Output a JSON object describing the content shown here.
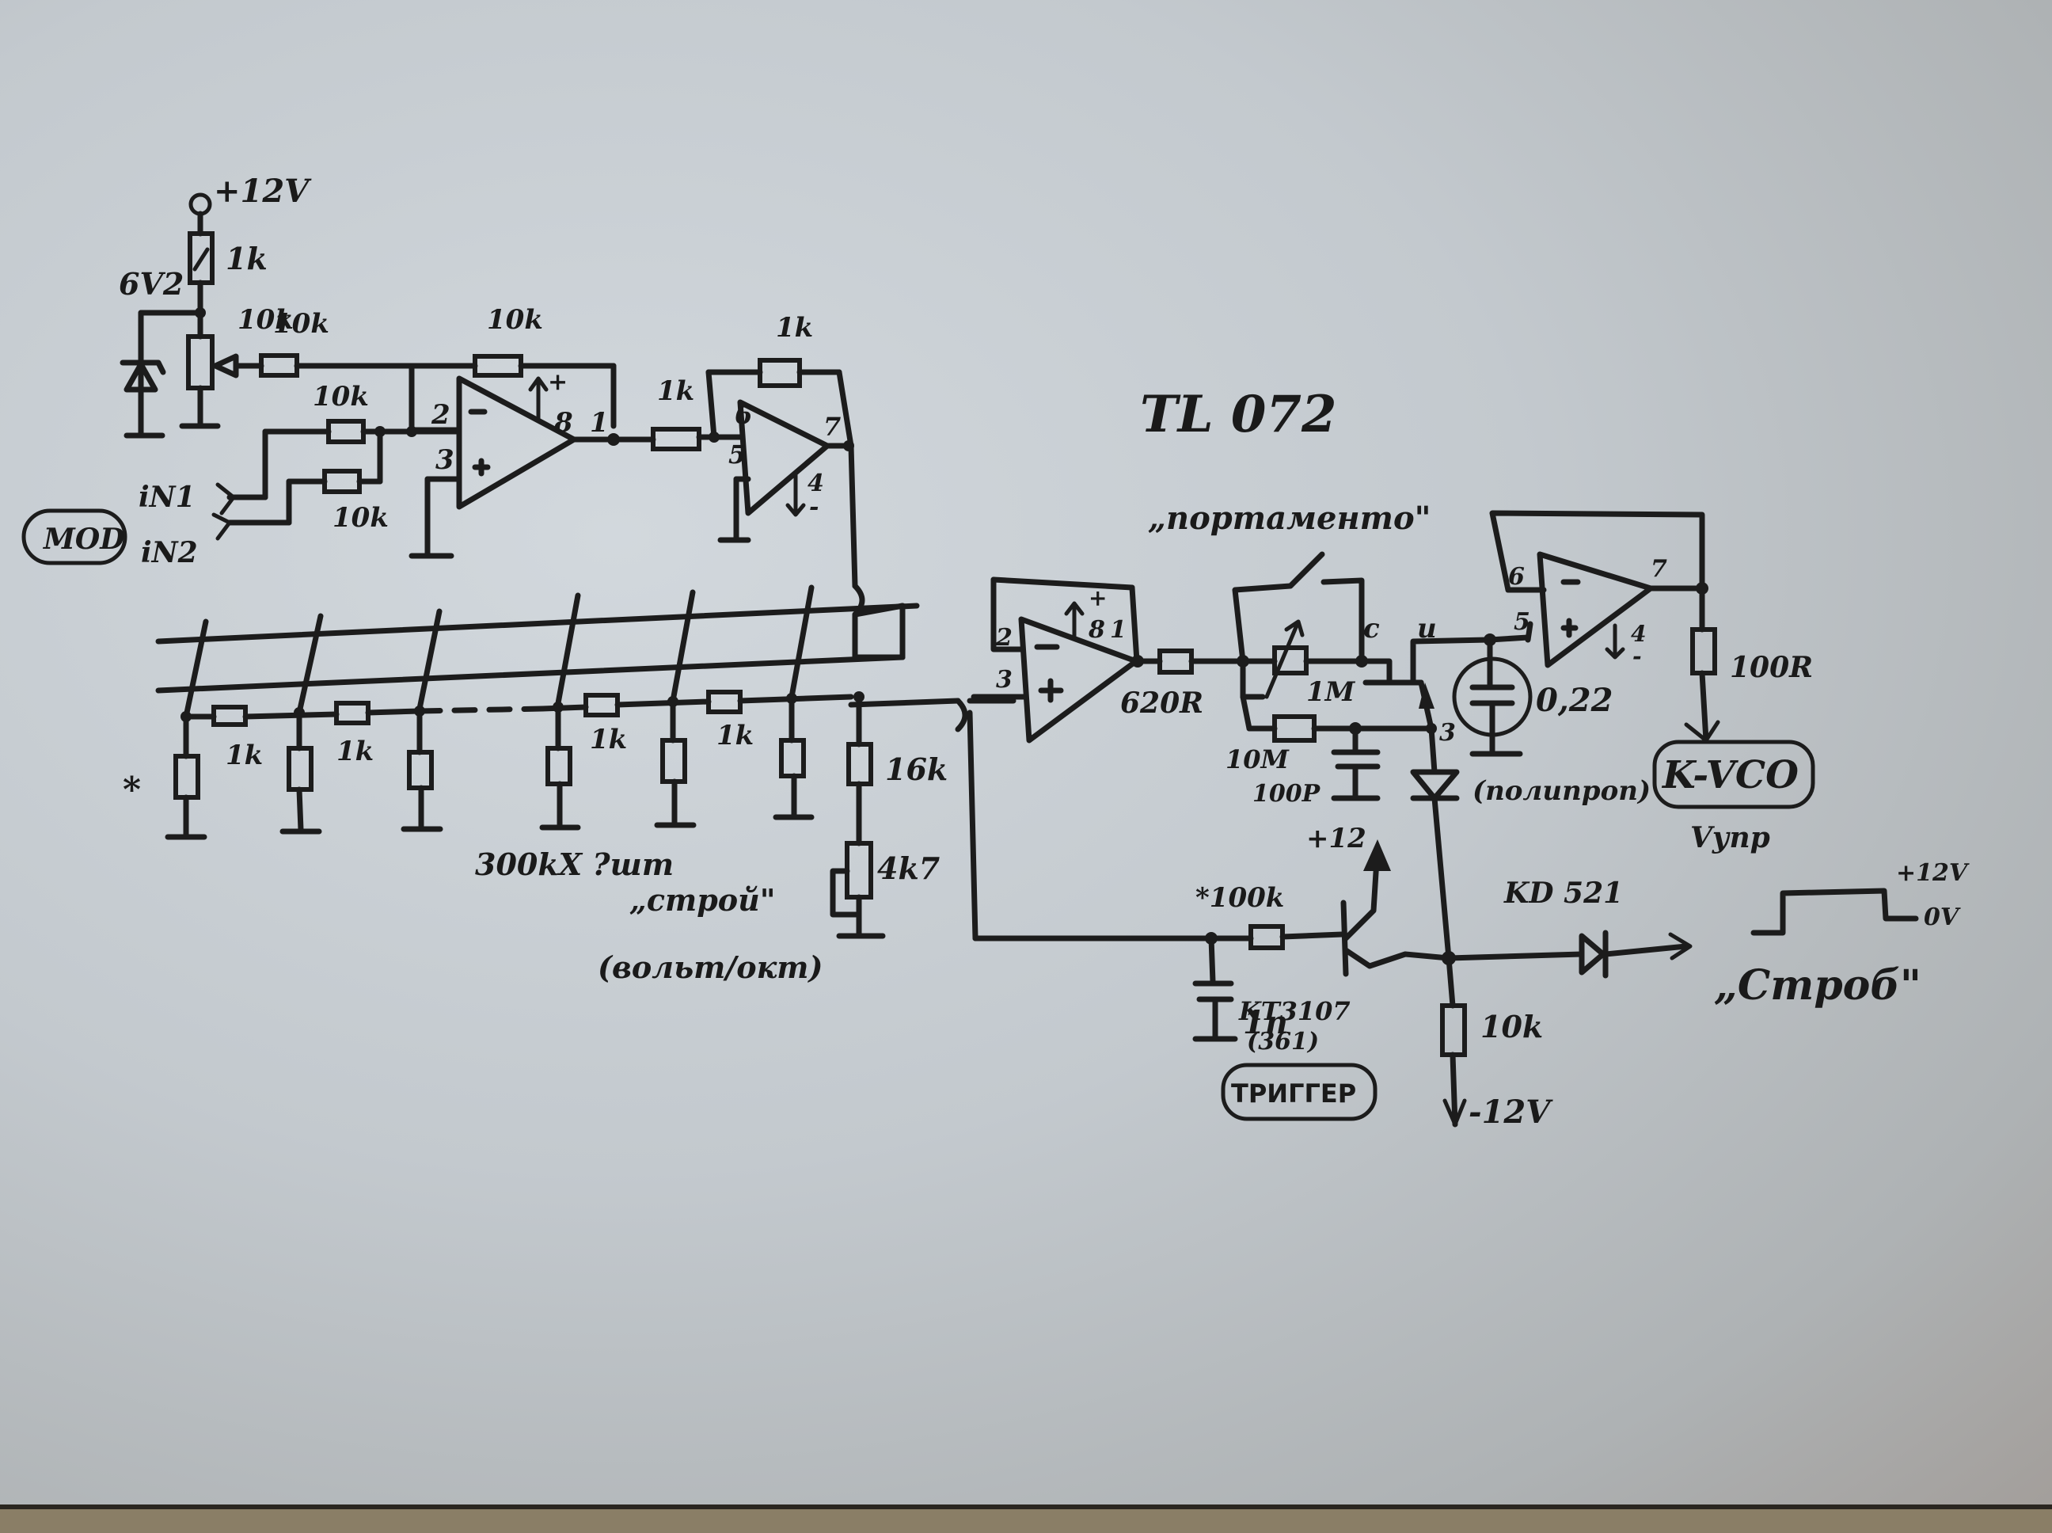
{
  "title": "TL 072",
  "power": {
    "vplus": "+12V",
    "vminus": "-12V",
    "plus12_short": "+12"
  },
  "input_section": {
    "zener": "6V2",
    "r_supply": "1k",
    "pot_offset": "10k",
    "r_pot_series": "10k",
    "r_in1": "10k",
    "r_in2": "10k",
    "r_feedback": "10k",
    "in1": "iN1",
    "in2": "iN2",
    "mod_badge": "MOD",
    "opamp1_pins": {
      "inv": "2",
      "noninv": "3",
      "out": "1",
      "vcc": "8",
      "vcc_sign": "+"
    },
    "r_series2": "1k",
    "r_feedback2": "1k",
    "opamp2_pins": {
      "inv": "6",
      "noninv": "5",
      "out": "7",
      "vee": "4",
      "vee_sign": "-"
    }
  },
  "keyboard_ladder": {
    "ladder_resistors": [
      "1k",
      "1k",
      "1k",
      "1k"
    ],
    "star": "*",
    "pulldown_note": "300kX ?шт",
    "r_tune": "16k",
    "pot_tune": "4k7",
    "tune_label": "„строй\"",
    "tune_sublabel": "(вольт/окт)"
  },
  "buffer_section": {
    "opamp3_pins": {
      "inv": "2",
      "noninv": "3",
      "out": "1",
      "vcc": "8",
      "vcc_sign": "+"
    },
    "r_out": "620R",
    "portamento_label": "„портаменто\"",
    "pot_portamento": "1M",
    "r_bias": "10M",
    "c_small": "100P",
    "fet_pins": {
      "c": "с",
      "u": "и",
      "z": "3"
    },
    "c_hold": "0,22",
    "c_hold_type": "(полипроп)",
    "opamp4_pins": {
      "inv": "6",
      "noninv": "5",
      "out": "7",
      "vee": "4",
      "vee_sign": "-"
    },
    "r_vco": "100R",
    "vco_badge": "K-VCO",
    "vco_sub": "Vупр"
  },
  "trigger_section": {
    "r_base": "*100k",
    "c_trig": "1n",
    "transistor": "KT3107",
    "transistor_alt": "(361)",
    "r_pull": "10k",
    "trigger_badge": "ТРИГГЕР",
    "diode": "KD 521",
    "gate_high": "+12V",
    "gate_low": "0V",
    "gate_label": "„Строб\""
  }
}
